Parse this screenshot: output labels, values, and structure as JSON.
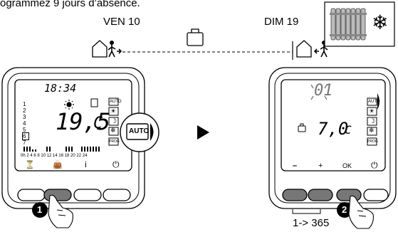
{
  "caption": "ogrammez 9 jours d’absence.",
  "departure": {
    "label": "VEN 10"
  },
  "return": {
    "label": "DIM 19"
  },
  "range_label": "1-> 365",
  "left_device": {
    "time": "18:34",
    "temperature": "19,5",
    "unit": "C",
    "days": [
      "1",
      "2",
      "3",
      "4",
      "5",
      "6",
      "7"
    ],
    "selected_day": "6",
    "hours": "0h 2 4 6 8 10 12 14 16 18 20 22 24",
    "mode_buttons": [
      "AUTO",
      "☀",
      "☽",
      "❄",
      "PROG"
    ],
    "bottom_icons": [
      "⏳",
      "👜",
      "i",
      "⏻"
    ],
    "zoom_mode": "AUTO",
    "step": "1"
  },
  "right_device": {
    "day_count": "01",
    "temperature": "7,0",
    "unit": "C",
    "mode_buttons": [
      "AUTO",
      "☀",
      "☽",
      "❄",
      "PROG"
    ],
    "bottom_labels": [
      "–",
      "+",
      "OK",
      "⏻"
    ],
    "step": "2"
  },
  "play_icon": "play-arrow",
  "suitcase_icon": "suitcase-icon",
  "radiator_icon": "radiator-icon",
  "snowflake": "❄"
}
